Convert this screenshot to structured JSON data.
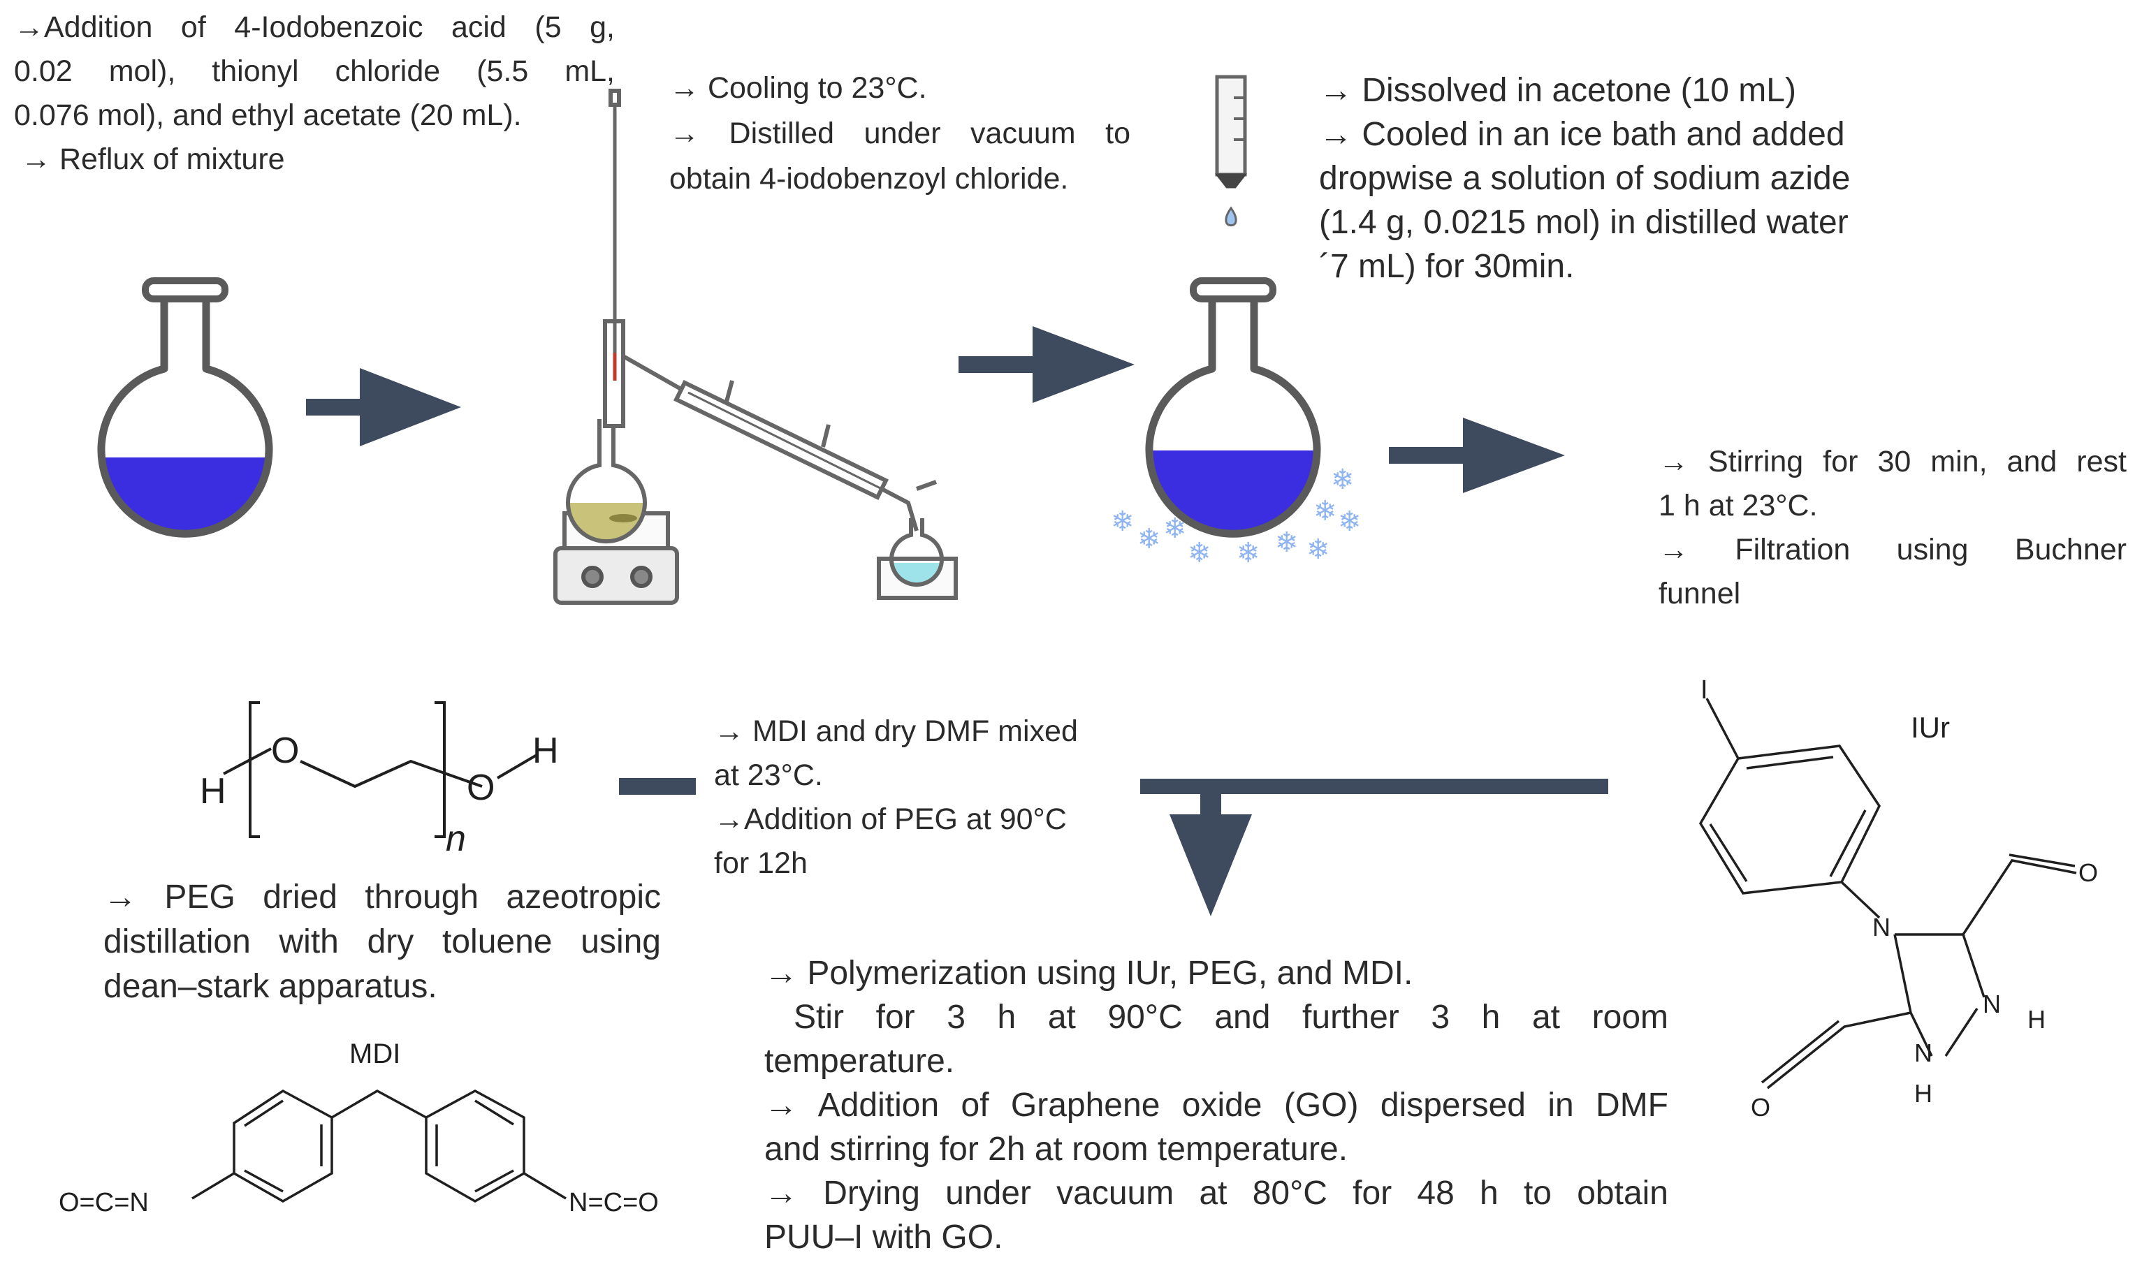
{
  "colors": {
    "arrow": "#3e4a5e",
    "flask_liquid": "#3a2ee0",
    "flask_glass": "#5a5a5a",
    "yellow_liquid": "#c8c27a",
    "cyan_liquid": "#9fe3ea",
    "ice": "#8fb4f2"
  },
  "icons": {
    "flask1": "round-bottom-flask-icon",
    "distill": "distillation-apparatus-icon",
    "flask2": "flask-in-ice-bath-icon",
    "syringe": "dropper-icon"
  },
  "text": {
    "step1": [
      "→Addition of 4-Iodobenzoic acid (5 g,",
      "0.02 mol), thionyl chloride (5.5 mL,",
      "0.076 mol), and ethyl acetate (20 mL).",
      "→ Reflux of mixture"
    ],
    "step2": [
      "→ Cooling to 23°C.",
      "→ Distilled under vacuum to",
      "obtain 4-iodobenzoyl chloride."
    ],
    "step3": [
      "→ Dissolved in acetone (10 mL)",
      "→ Cooled in an ice bath and added",
      "dropwise a solution of sodium azide",
      "(1.4 g, 0.0215 mol) in distilled water",
      "´7 mL) for 30min."
    ],
    "step4": [
      "→ Stirring for 30 min, and rest",
      "1 h at 23°C.",
      "→ Filtration using Buchner",
      "funnel"
    ],
    "peg_note": [
      "→ PEG dried through azeotropic",
      "distillation with dry toluene using",
      "dean–stark apparatus."
    ],
    "mdi_note": [
      "→ MDI and dry DMF mixed",
      "at 23°C.",
      "→Addition of PEG at 90°C",
      "for 12h"
    ],
    "polymer": [
      "→ Polymerization using IUr, PEG, and MDI.",
      "Stir for 3 h at 90°C and further 3 h at room",
      "temperature.",
      "→ Addition of Graphene oxide (GO) dispersed in DMF",
      "and stirring for 2h at room temperature.",
      "→ Drying under vacuum at 80°C for 48 h to obtain",
      "PUU–I with GO."
    ]
  },
  "structures": {
    "peg": {
      "h_left": "H",
      "o1": "O",
      "o2": "O",
      "h_right": "H",
      "n": "n"
    },
    "mdi": {
      "title": "MDI",
      "left": "O=C=N",
      "right": "N=C=O"
    },
    "iur": {
      "title": "IUr",
      "iodo": "I",
      "n1": "N",
      "n2": "N",
      "h2": "H",
      "n3": "N",
      "h3": "H",
      "o1": "O",
      "o2": "O"
    }
  }
}
